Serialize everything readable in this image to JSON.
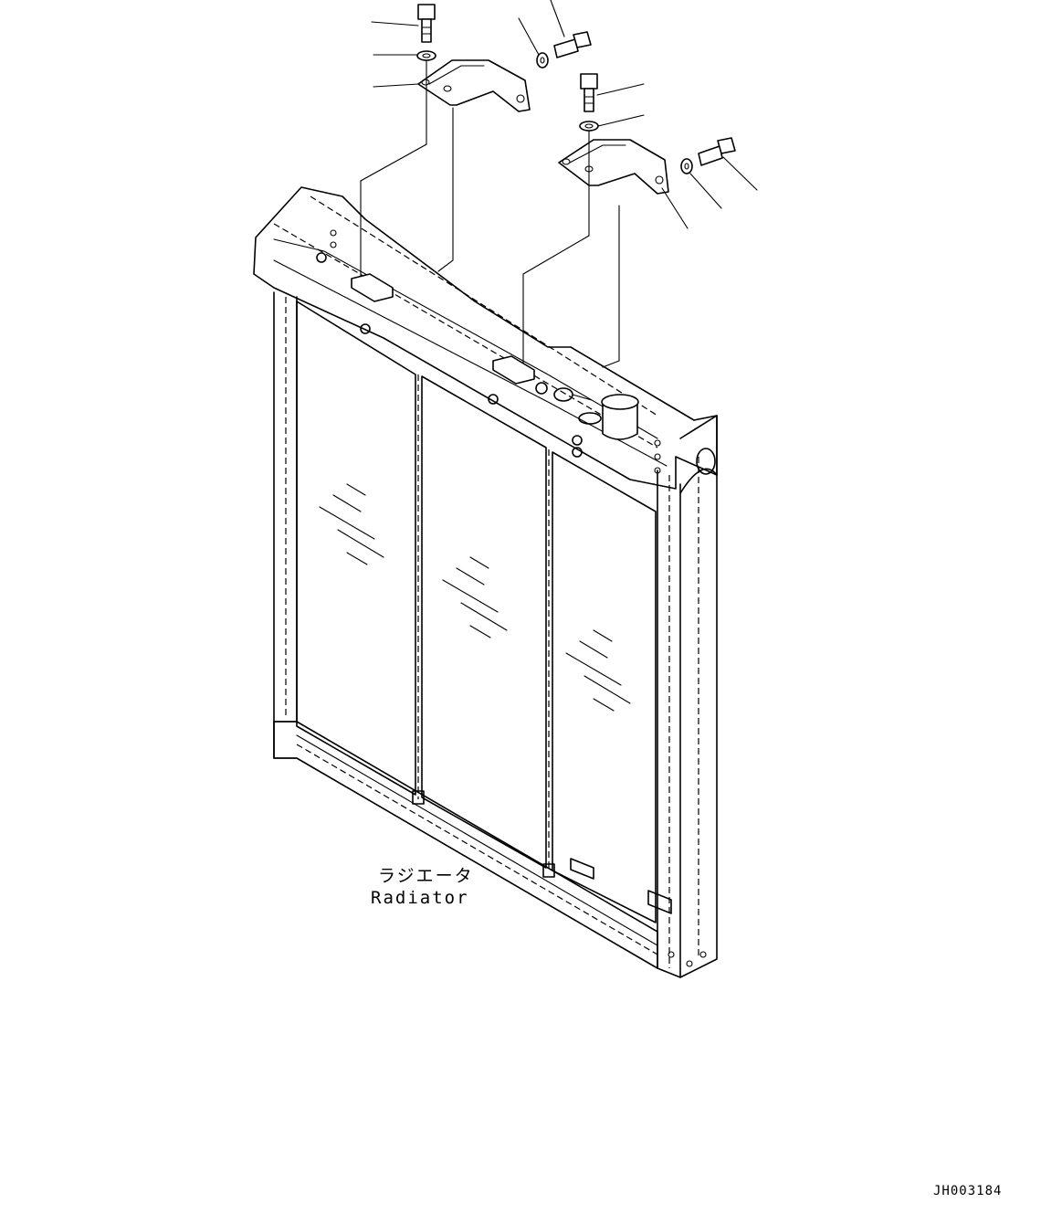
{
  "labels": {
    "part_name_jp": "ラジエータ",
    "part_name_en": "Radiator",
    "drawing_id": "JH003184"
  }
}
